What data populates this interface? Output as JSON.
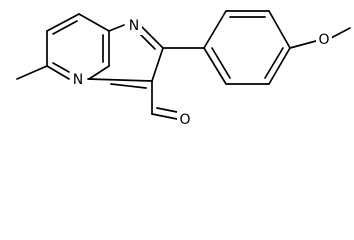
{
  "atoms": {
    "ring_nitrogen": "N",
    "imine_nitrogen": "N",
    "methoxy_oxygen": "O",
    "aldehyde_oxygen": "O"
  }
}
